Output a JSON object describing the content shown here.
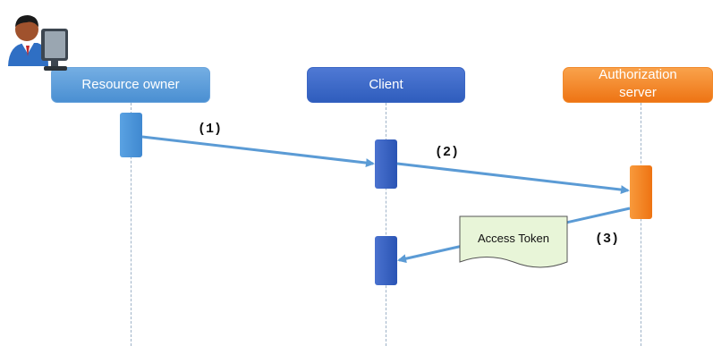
{
  "participants": {
    "resource_owner": "Resource owner",
    "client": "Client",
    "authorization_server_line1": "Authorization",
    "authorization_server_line2": "server"
  },
  "messages": {
    "step1": "(1)",
    "step2": "(2)",
    "step3": "(3)"
  },
  "note": {
    "text": "Access Token"
  },
  "icons": {
    "user": "user-at-computer-icon"
  },
  "colors": {
    "owner": "#4a8fd2",
    "client": "#2f5dbd",
    "auth": "#ee7414",
    "arrow": "#5b9bd5",
    "note_fill": "#e8f5d8"
  }
}
